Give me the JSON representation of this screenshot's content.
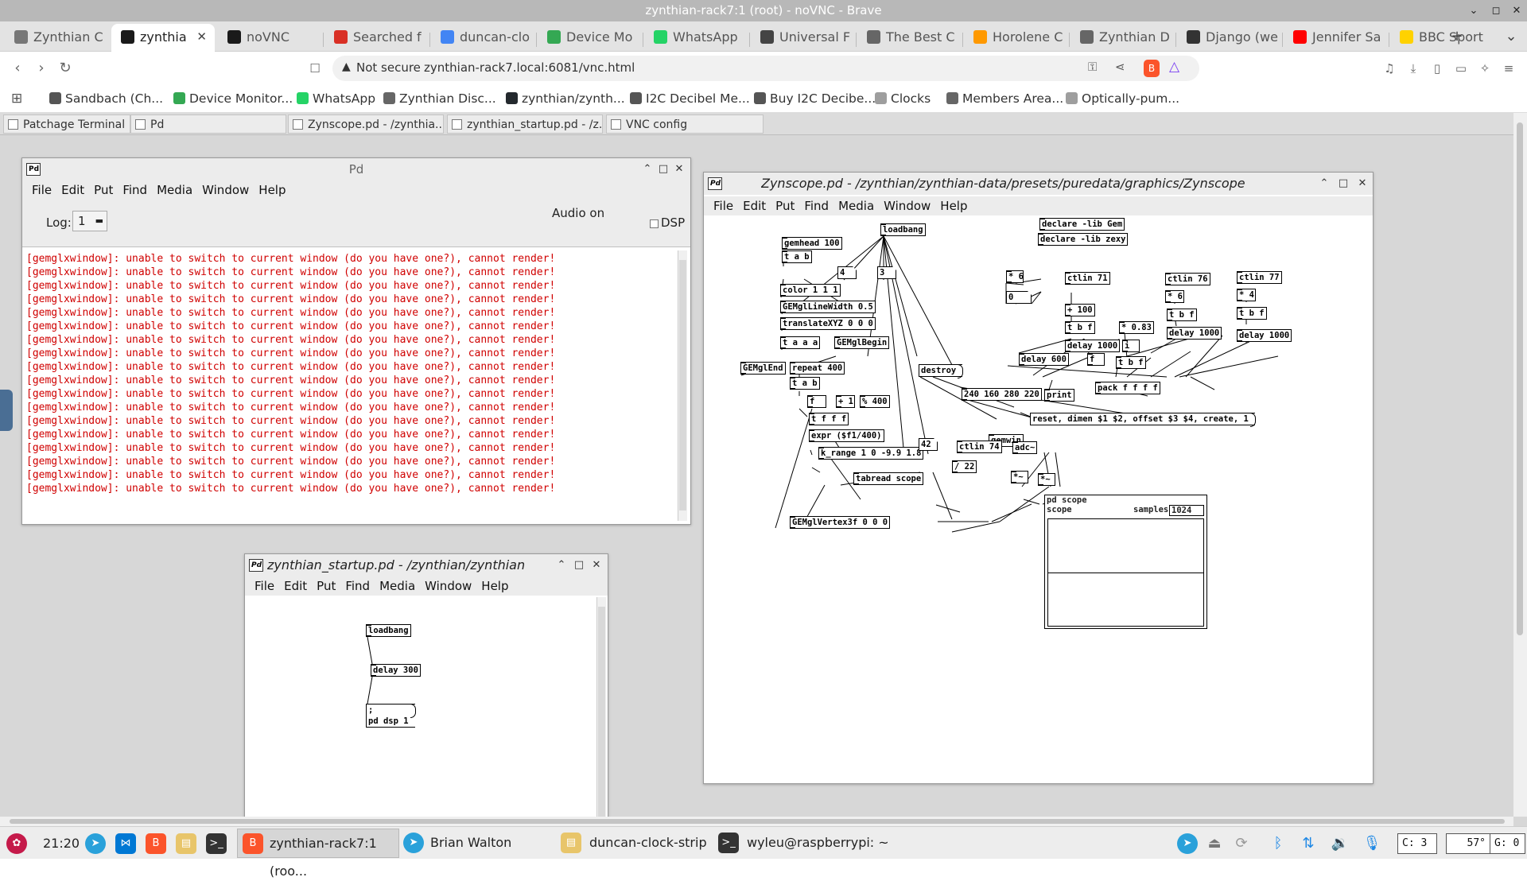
{
  "browser": {
    "title": "zynthian-rack7:1 (root) - noVNC - Brave",
    "tabs": [
      {
        "label": "Zynthian C",
        "icon_color": "#777777",
        "active": false
      },
      {
        "label": "zynthia",
        "icon_color": "#1a1a1a",
        "active": true
      },
      {
        "label": "noVNC",
        "icon_color": "#1a1a1a",
        "active": false
      },
      {
        "label": "Searched f",
        "icon_color": "#d93025",
        "active": false
      },
      {
        "label": "duncan-clo",
        "icon_color": "#4285f4",
        "active": false
      },
      {
        "label": "Device Mo",
        "icon_color": "#34a853",
        "active": false
      },
      {
        "label": "WhatsApp",
        "icon_color": "#25d366",
        "active": false
      },
      {
        "label": "Universal F",
        "icon_color": "#444444",
        "active": false
      },
      {
        "label": "The Best C",
        "icon_color": "#666666",
        "active": false
      },
      {
        "label": "Horolene C",
        "icon_color": "#ff9900",
        "active": false
      },
      {
        "label": "Zynthian D",
        "icon_color": "#666666",
        "active": false
      },
      {
        "label": "Django (we",
        "icon_color": "#333333",
        "active": false
      },
      {
        "label": "Jennifer Sa",
        "icon_color": "#ff0000",
        "active": false
      },
      {
        "label": "BBC Sport",
        "icon_color": "#ffd200",
        "active": false
      }
    ],
    "new_tab": "+",
    "security_label": "Not secure",
    "url": "zynthian-rack7.local:6081/vnc.html",
    "bookmarks": [
      {
        "label": "Sandbach (Ch...",
        "icon_color": "#555555"
      },
      {
        "label": "Device Monitor...",
        "icon_color": "#34a853"
      },
      {
        "label": "WhatsApp",
        "icon_color": "#25d366"
      },
      {
        "label": "Zynthian Disc...",
        "icon_color": "#666666"
      },
      {
        "label": "zynthian/zynth...",
        "icon_color": "#24292e"
      },
      {
        "label": "I2C Decibel Me...",
        "icon_color": "#555555"
      },
      {
        "label": "Buy I2C Decibe...",
        "icon_color": "#555555"
      },
      {
        "label": "Clocks",
        "icon_color": "#9e9e9e"
      },
      {
        "label": "Members Area...",
        "icon_color": "#666666"
      },
      {
        "label": "Optically-pum...",
        "icon_color": "#9e9e9e"
      }
    ]
  },
  "vnc_tasks": [
    {
      "label": "Patchage Terminal"
    },
    {
      "label": "Pd"
    },
    {
      "label": "Zynscope.pd  - /zynthia..."
    },
    {
      "label": "zynthian_startup.pd  - /z..."
    },
    {
      "label": "VNC config"
    }
  ],
  "pd_main": {
    "title": "Pd",
    "menu": [
      "File",
      "Edit",
      "Put",
      "Find",
      "Media",
      "Window",
      "Help"
    ],
    "log_label": "Log:",
    "log_value": "1",
    "audio_status": "Audio on",
    "dsp_label": "DSP",
    "log_lines": [
      "[gemglxwindow]: unable to switch to current window (do you have one?), cannot render!",
      "[gemglxwindow]: unable to switch to current window (do you have one?), cannot render!",
      "[gemglxwindow]: unable to switch to current window (do you have one?), cannot render!",
      "[gemglxwindow]: unable to switch to current window (do you have one?), cannot render!",
      "[gemglxwindow]: unable to switch to current window (do you have one?), cannot render!",
      "[gemglxwindow]: unable to switch to current window (do you have one?), cannot render!",
      "[gemglxwindow]: unable to switch to current window (do you have one?), cannot render!",
      "[gemglxwindow]: unable to switch to current window (do you have one?), cannot render!",
      "[gemglxwindow]: unable to switch to current window (do you have one?), cannot render!",
      "[gemglxwindow]: unable to switch to current window (do you have one?), cannot render!",
      "[gemglxwindow]: unable to switch to current window (do you have one?), cannot render!",
      "[gemglxwindow]: unable to switch to current window (do you have one?), cannot render!",
      "[gemglxwindow]: unable to switch to current window (do you have one?), cannot render!",
      "[gemglxwindow]: unable to switch to current window (do you have one?), cannot render!",
      "[gemglxwindow]: unable to switch to current window (do you have one?), cannot render!",
      "[gemglxwindow]: unable to switch to current window (do you have one?), cannot render!",
      "[gemglxwindow]: unable to switch to current window (do you have one?), cannot render!",
      "[gemglxwindow]: unable to switch to current window (do you have one?), cannot render!"
    ]
  },
  "startup_win": {
    "title": "zynthian_startup.pd  - /zynthian/zynthian",
    "menu": [
      "File",
      "Edit",
      "Put",
      "Find",
      "Media",
      "Window",
      "Help"
    ],
    "obj_loadbang": "loadbang",
    "obj_delay": "delay 300",
    "msg_line1": ";",
    "msg_line2": "pd dsp 1"
  },
  "zynscope_win": {
    "title": "Zynscope.pd  - /zynthian/zynthian-data/presets/puredata/graphics/Zynscope",
    "menu": [
      "File",
      "Edit",
      "Put",
      "Find",
      "Media",
      "Window",
      "Help"
    ],
    "objects": {
      "loadbang": "loadbang",
      "declare_gem": "declare -lib Gem",
      "declare_zexy": "declare -lib zexy",
      "gemhead": "gemhead 100",
      "tab1": "t a b",
      "num4": "4",
      "num3": "3",
      "color": "color 1 1 1",
      "linewidth": "GEMglLineWidth 0.5",
      "translate": "translateXYZ 0 0 0",
      "taaa": "t a a a",
      "begin": "GEMglBegin",
      "end": "GEMglEnd",
      "repeat": "repeat 400",
      "tab2": "t a b",
      "f1": "f",
      "plus1": "+ 1",
      "mod": "% 400",
      "tfff": "t f f f",
      "expr": "expr ($f1/400)",
      "krange": "k_range 1 0 -9.9 1.8",
      "num42": "42",
      "tabread": "tabread scope",
      "vertex": "GEMglVertex3f 0 0 0",
      "destroy": "destroy",
      "dimen": "240 160 280 220",
      "print": "print",
      "reset": "reset, dimen $1 $2, offset $3 $4, create, 1",
      "gemwin": "gemwin",
      "mul6": "* 6",
      "zero": "0",
      "ctlin71": "ctlin 71",
      "plus100": "+ 100",
      "tbf1": "t b f",
      "mul083": "* 0.83",
      "delay1000a": "delay 1000",
      "i": "i",
      "f2": "f",
      "delay600": "delay 600",
      "tbf2": "t b f",
      "pack": "pack f f f f",
      "ctlin76": "ctlin 76",
      "mul6b": "* 6",
      "tbf3": "t b f",
      "delay1000b": "delay 1000",
      "ctlin77": "ctlin 77",
      "mul4": "* 4",
      "tbf4": "t b f",
      "delay1000c": "delay 1000",
      "ctlin74": "ctlin 74",
      "div22": "/ 22",
      "adc": "adc~",
      "mulsig1": "*~",
      "mulsig2": "*~",
      "pdscope": "pd scope",
      "scope_label": "scope",
      "samples_label": "samples",
      "samples_value": "1024"
    }
  },
  "taskbar": {
    "time": "21:20",
    "apps": [
      {
        "label": "zynthian-rack7:1 (roo..."
      },
      {
        "label": "Brian Walton"
      },
      {
        "label": "duncan-clock-strip"
      },
      {
        "label": "wyleu@raspberrypi: ~"
      }
    ],
    "cpu": "C:  3",
    "temp": "57°",
    "gpu": "G:  0"
  }
}
